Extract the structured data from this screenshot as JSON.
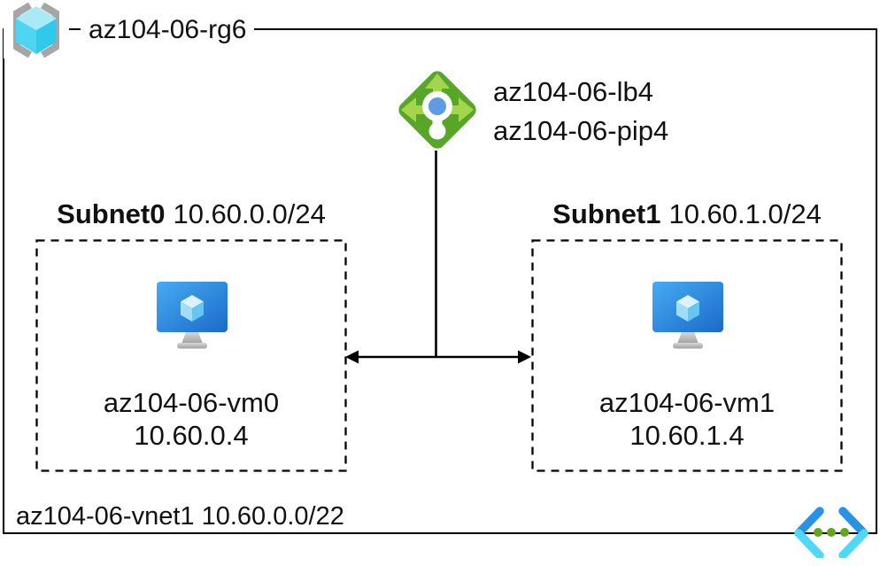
{
  "resource_group": {
    "label": "az104-06-rg6",
    "icon": "resource-group-icon"
  },
  "load_balancer": {
    "name": "az104-06-lb4",
    "public_ip": "az104-06-pip4",
    "icon": "load-balancer-icon"
  },
  "subnets": [
    {
      "name": "Subnet0",
      "cidr": "10.60.0.0/24",
      "vm": {
        "name": "az104-06-vm0",
        "ip": "10.60.0.4",
        "icon": "virtual-machine-icon"
      }
    },
    {
      "name": "Subnet1",
      "cidr": "10.60.1.0/24",
      "vm": {
        "name": "az104-06-vm1",
        "ip": "10.60.1.4",
        "icon": "virtual-machine-icon"
      }
    }
  ],
  "vnet": {
    "label": "az104-06-vnet1 10.60.0.0/22",
    "icon": "virtual-network-icon"
  },
  "colors": {
    "line": "#000000",
    "text": "#111111",
    "rg_bracket": "#a6a6a6",
    "rg_cube_top": "#a9eaf8",
    "rg_cube_left": "#4ed5f2",
    "rg_cube_right": "#2fc9eb",
    "lb_diamond": "#58a627",
    "lb_arrow": "#a5d44e",
    "lb_dot": "#5d9ce2",
    "vm_screen_light": "#46abf3",
    "vm_screen_dark": "#1b6ac9",
    "vm_cube_top": "#dcf3fd",
    "vm_cube_left": "#a0ddf8",
    "vm_cube_right": "#62c7f2",
    "stand_light": "#d8d8d8",
    "stand_dark": "#a0a0a0",
    "vnet_blue": "#2693e3",
    "vnet_cyan": "#4ed9fb",
    "vnet_dot": "#5fa81e"
  }
}
